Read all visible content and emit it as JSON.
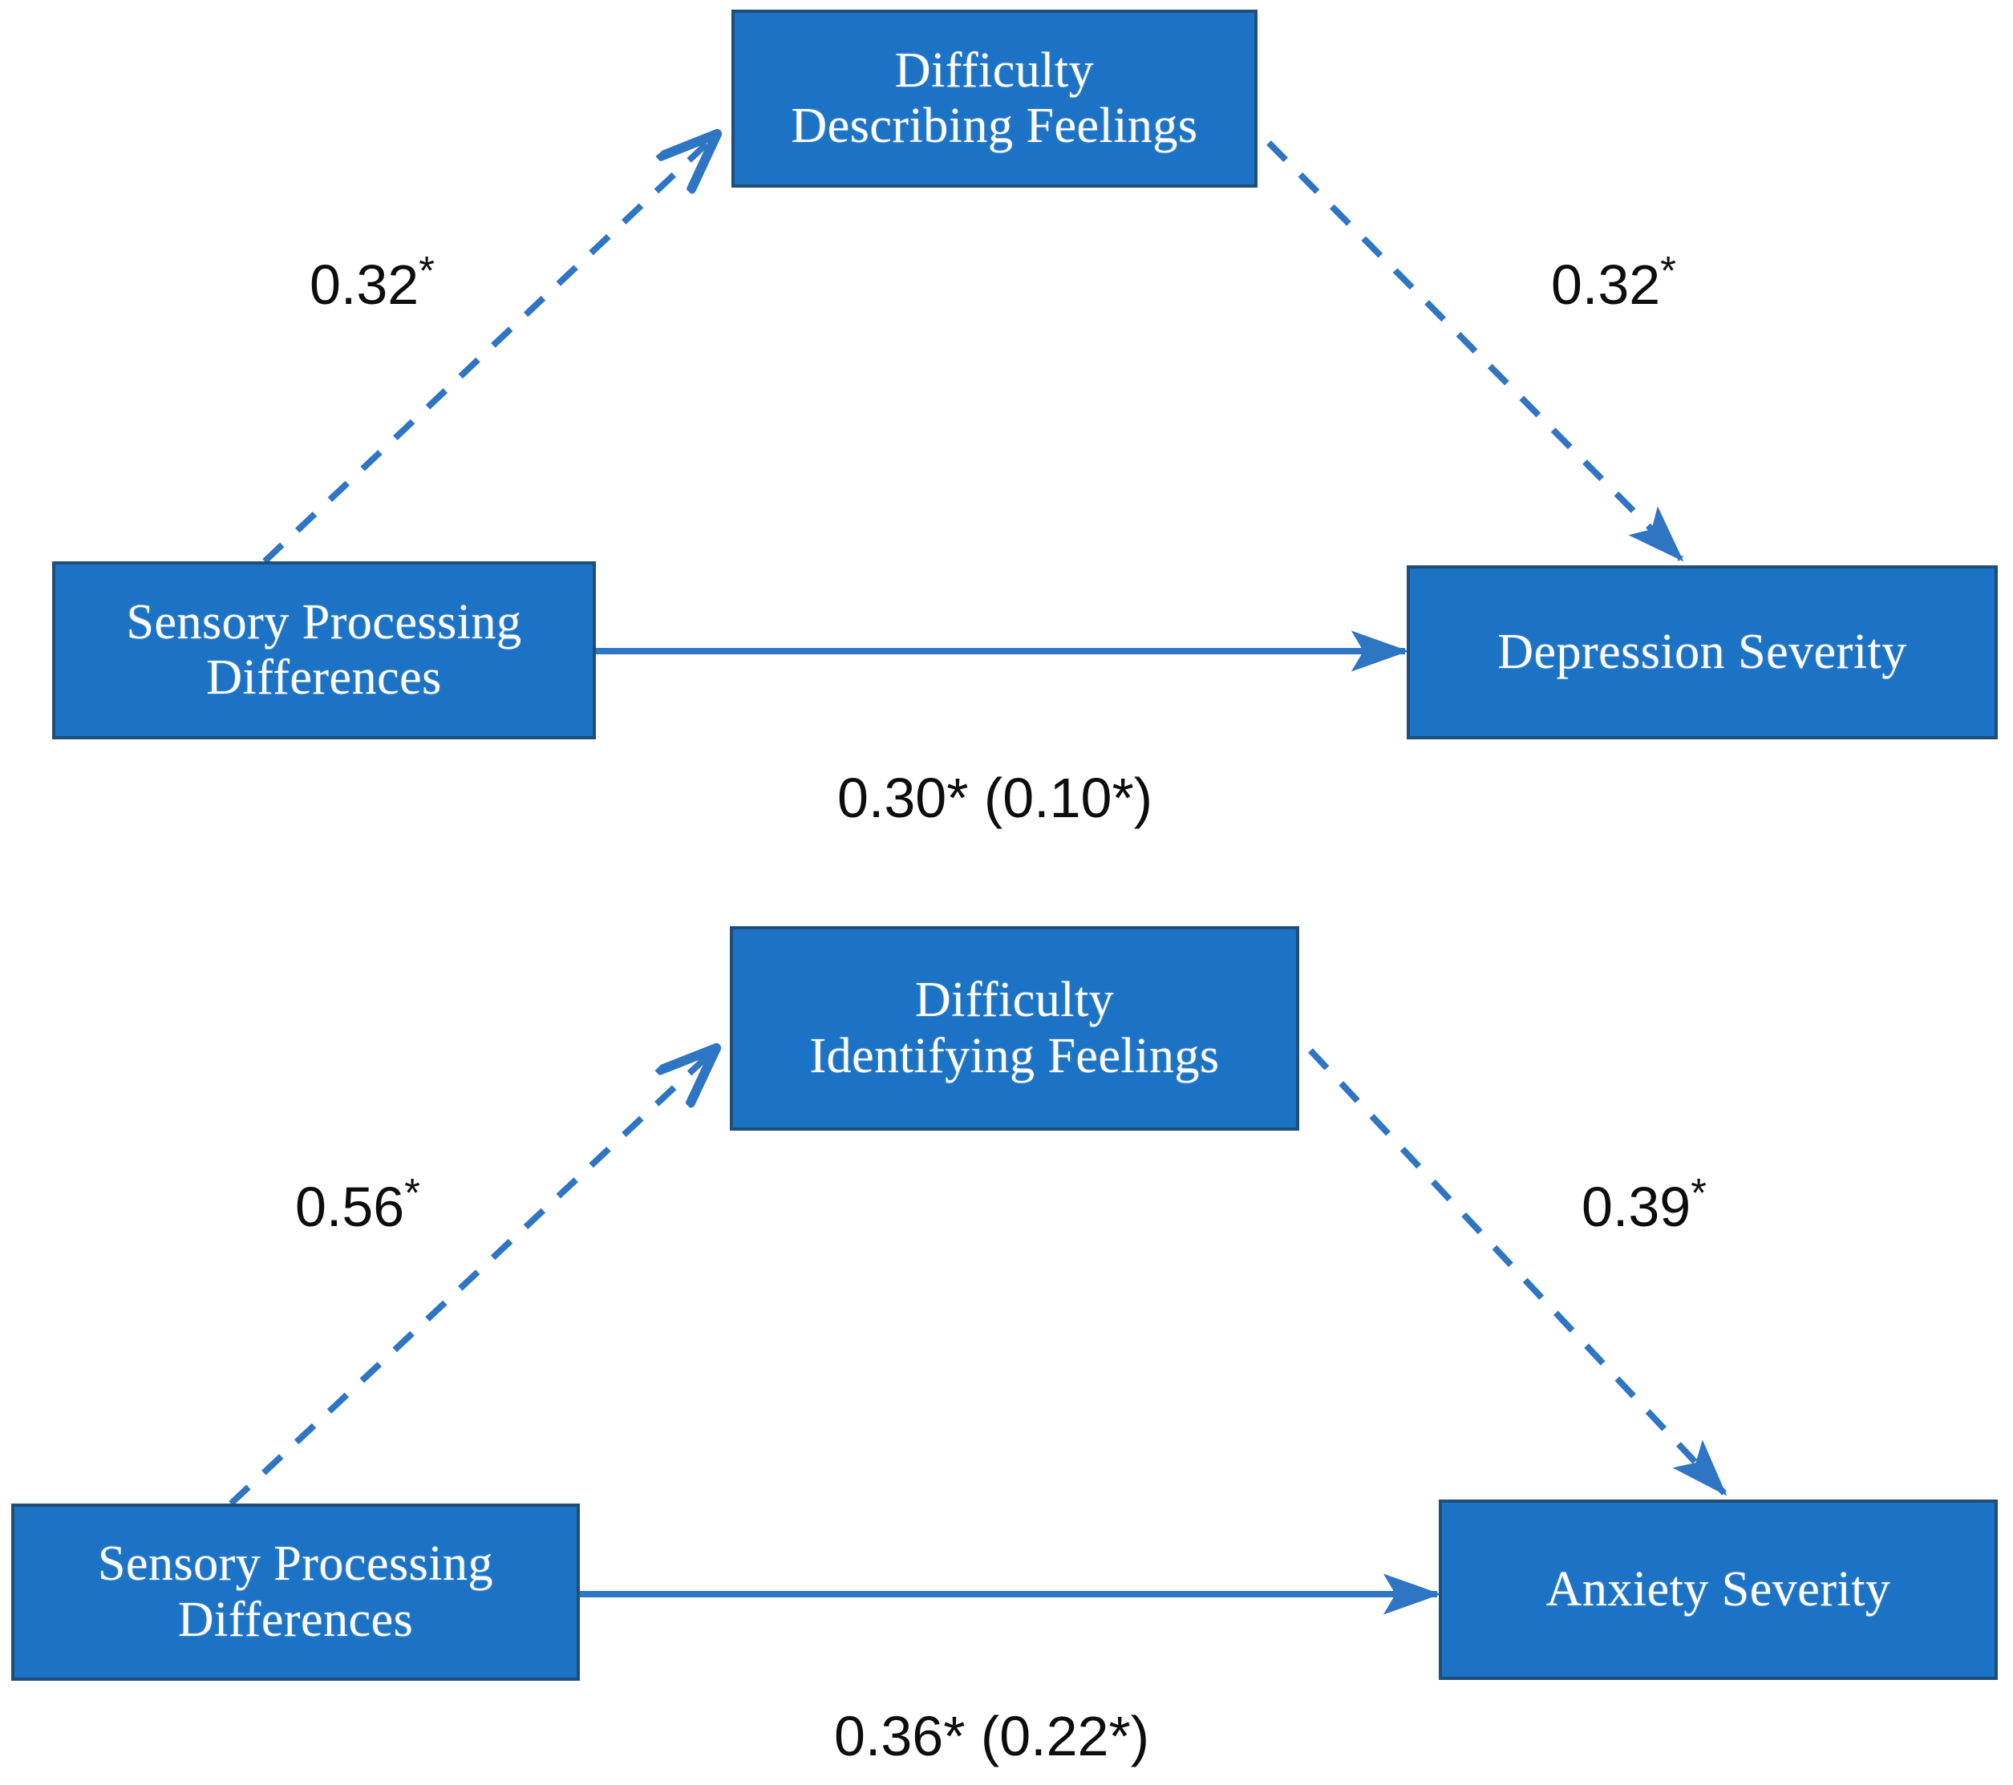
{
  "figure": {
    "type": "mediation-path-diagram",
    "background_color": "#FFFFFF",
    "box_fill_color": "#1C72C4",
    "box_border_color": "#1F4E79",
    "box_text_color": "#FFFFFF",
    "arrow_color": "#2E75C4",
    "label_text_color": "#0D0D0D"
  },
  "models": [
    {
      "id": "depression-model",
      "predictor": {
        "label": "Sensory Processing\nDifferences"
      },
      "mediator": {
        "label": "Difficulty\nDescribing Feelings"
      },
      "outcome": {
        "label": "Depression Severity"
      },
      "paths": {
        "a": {
          "value": "0.32",
          "significance": "*",
          "style": "dashed"
        },
        "b": {
          "value": "0.32",
          "significance": "*",
          "style": "dashed"
        },
        "c": {
          "value": "0.30* (0.10*)",
          "style": "solid"
        }
      }
    },
    {
      "id": "anxiety-model",
      "predictor": {
        "label": "Sensory Processing\nDifferences"
      },
      "mediator": {
        "label": "Difficulty\nIdentifying Feelings"
      },
      "outcome": {
        "label": "Anxiety Severity"
      },
      "paths": {
        "a": {
          "value": "0.56",
          "significance": "*",
          "style": "dashed"
        },
        "b": {
          "value": "0.39",
          "significance": "*",
          "style": "dashed"
        },
        "c": {
          "value": "0.36* (0.22*)",
          "style": "solid"
        }
      }
    }
  ]
}
